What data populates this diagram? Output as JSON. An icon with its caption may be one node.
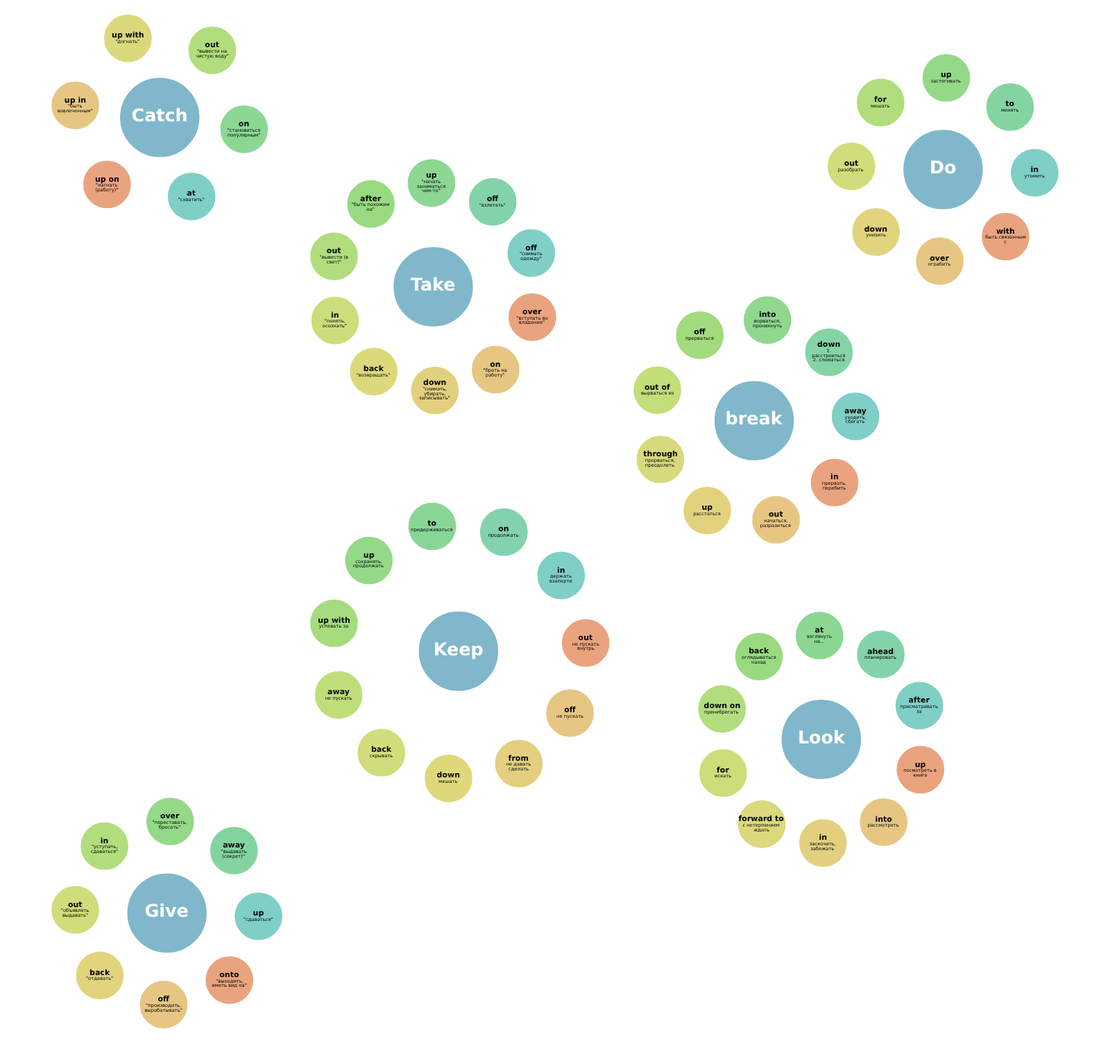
{
  "diagram": {
    "nodes": [
      {
        "text": [
          "break"
        ]
      },
      {
        "text": [
          "away",
          "уходить, сбегать"
        ]
      },
      {
        "text": [
          "down",
          "1. расстроиться 2. сломаться"
        ]
      },
      {
        "text": [
          "into",
          "ворваться, проникнуть"
        ]
      },
      {
        "text": [
          "off",
          "прерваться"
        ]
      },
      {
        "text": [
          "out of",
          "вырваться из"
        ]
      },
      {
        "text": [
          "through",
          "прорваться, преодолеть"
        ]
      },
      {
        "text": [
          "up",
          "расстаться"
        ]
      },
      {
        "text": [
          "out",
          "начаться, разразиться"
        ]
      },
      {
        "text": [
          "in",
          "прервать, перебить"
        ]
      },
      {
        "text": [
          "Look"
        ]
      },
      {
        "text": [
          "after",
          "присматривать за"
        ]
      },
      {
        "text": [
          "ahead",
          "планировать"
        ]
      },
      {
        "text": [
          "at",
          "взглянуть на..."
        ]
      },
      {
        "text": [
          "back",
          "оглядываться назад"
        ]
      },
      {
        "text": [
          "down on",
          "пренебрегать"
        ]
      },
      {
        "text": [
          "for",
          "искать"
        ]
      },
      {
        "text": [
          "forward to",
          "с нетерпением ждать"
        ]
      },
      {
        "text": [
          "in",
          "заскочить, забежать"
        ]
      },
      {
        "text": [
          "into",
          "рассмотреть"
        ]
      },
      {
        "text": [
          "up",
          "посмотреть в книге"
        ]
      },
      {
        "text": [
          "Catch"
        ]
      },
      {
        "text": [
          "at",
          "\"схватить\""
        ]
      },
      {
        "text": [
          "on",
          "\"становиться популярным\""
        ]
      },
      {
        "text": [
          "out",
          "\"вывести на чистую воду\""
        ]
      },
      {
        "text": [
          "up with",
          "\"догнать\""
        ]
      },
      {
        "text": [
          "up in",
          "\"быть вовлеченным\""
        ]
      },
      {
        "text": [
          "up on",
          "\"нагнать (работу)\""
        ]
      },
      {
        "text": [
          "Do"
        ]
      },
      {
        "text": [
          "in",
          "утомить"
        ]
      },
      {
        "text": [
          "to",
          "менять"
        ]
      },
      {
        "text": [
          "up",
          "застегивать"
        ]
      },
      {
        "text": [
          "for",
          "мешать"
        ]
      },
      {
        "text": [
          "out",
          "разобрать"
        ]
      },
      {
        "text": [
          "down",
          "унизить"
        ]
      },
      {
        "text": [
          "over",
          "ограбить"
        ]
      },
      {
        "text": [
          "with",
          "быть связанным с"
        ]
      },
      {
        "text": [
          "Give"
        ]
      },
      {
        "text": [
          "up",
          "\"сдаваться\""
        ]
      },
      {
        "text": [
          "away",
          "\"выдавать (секрет)\""
        ]
      },
      {
        "text": [
          "over",
          "\"переставать, бросать\""
        ]
      },
      {
        "text": [
          "in",
          "\"уступать, сдаваться\""
        ]
      },
      {
        "text": [
          "out",
          "\"объявлять выдавать\""
        ]
      },
      {
        "text": [
          "back",
          "\"отдавать\""
        ]
      },
      {
        "text": [
          "off",
          "\"производить, вырабатывать\""
        ]
      },
      {
        "text": [
          "onto",
          "\"выходить, иметь вид на\""
        ]
      },
      {
        "text": [
          "Keep"
        ]
      },
      {
        "text": [
          "in",
          "держать взаперти"
        ]
      },
      {
        "text": [
          "on",
          "продолжать"
        ]
      },
      {
        "text": [
          "to",
          "придерживаться"
        ]
      },
      {
        "text": [
          "up",
          "сохранять, продолжать"
        ]
      },
      {
        "text": [
          "up with",
          "успевать за"
        ]
      },
      {
        "text": [
          "away",
          "не пускать"
        ]
      },
      {
        "text": [
          "back",
          "скрывать"
        ]
      },
      {
        "text": [
          "down",
          "мешать"
        ]
      },
      {
        "text": [
          "from",
          "не давать сделать"
        ]
      },
      {
        "text": [
          "off",
          "не пускать"
        ]
      },
      {
        "text": [
          "out",
          "не пускать внутрь"
        ]
      },
      {
        "text": [
          "Take"
        ]
      },
      {
        "text": [
          "off",
          "\"снимать одежду\""
        ]
      },
      {
        "text": [
          "off",
          "\"взлетать\""
        ]
      },
      {
        "text": [
          "up",
          "\"начать заниматься чем-то\""
        ]
      },
      {
        "text": [
          "after",
          "\"быть похожим на\""
        ]
      },
      {
        "text": [
          "out",
          "\"вывести (в свет)\""
        ]
      },
      {
        "text": [
          "in",
          "\"понять, осознать\""
        ]
      },
      {
        "text": [
          "back",
          "\"возвращать\""
        ]
      },
      {
        "text": [
          "down",
          "\"снимать, убирать, записывать\""
        ]
      },
      {
        "text": [
          "on",
          "\"брать на работу\""
        ]
      },
      {
        "text": [
          "over",
          "\"вступать во владение\""
        ]
      }
    ]
  }
}
